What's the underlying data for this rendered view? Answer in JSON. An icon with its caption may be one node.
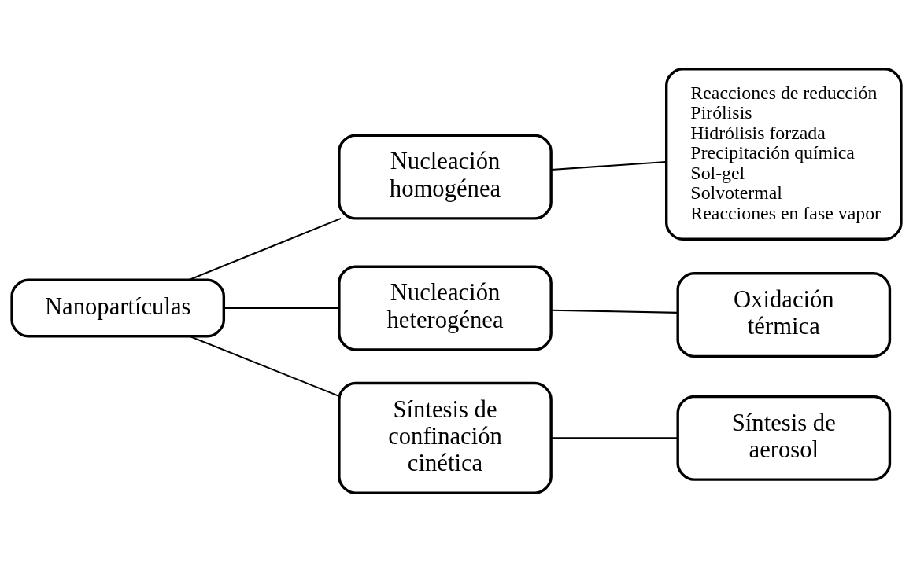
{
  "diagram": {
    "nodes": [
      {
        "text": [
          "Nanopartículas"
        ]
      },
      {
        "text": [
          "Nucleación homogénea"
        ]
      },
      {
        "text": [
          "Reacciones de reducción",
          "Pirólisis",
          "Hidrólisis forzada",
          "Precipitación química",
          "Sol-gel",
          "Solvotermal",
          "Reacciones en fase vapor"
        ]
      },
      {
        "text": [
          "Nucleación heterogénea"
        ]
      },
      {
        "text": [
          "Oxidación térmica"
        ]
      },
      {
        "text": [
          "Síntesis de confinación cinética"
        ]
      },
      {
        "text": [
          "Síntesis de aerosol"
        ]
      }
    ],
    "edges": [
      {
        "from": 0,
        "to": 1,
        "arrow": "none"
      },
      {
        "from": 0,
        "to": 3,
        "arrow": "none"
      },
      {
        "from": 0,
        "to": 5,
        "arrow": "none"
      },
      {
        "from": 1,
        "to": 2,
        "arrow": "none"
      },
      {
        "from": 3,
        "to": 4,
        "arrow": "none"
      },
      {
        "from": 5,
        "to": 6,
        "arrow": "none"
      }
    ]
  }
}
